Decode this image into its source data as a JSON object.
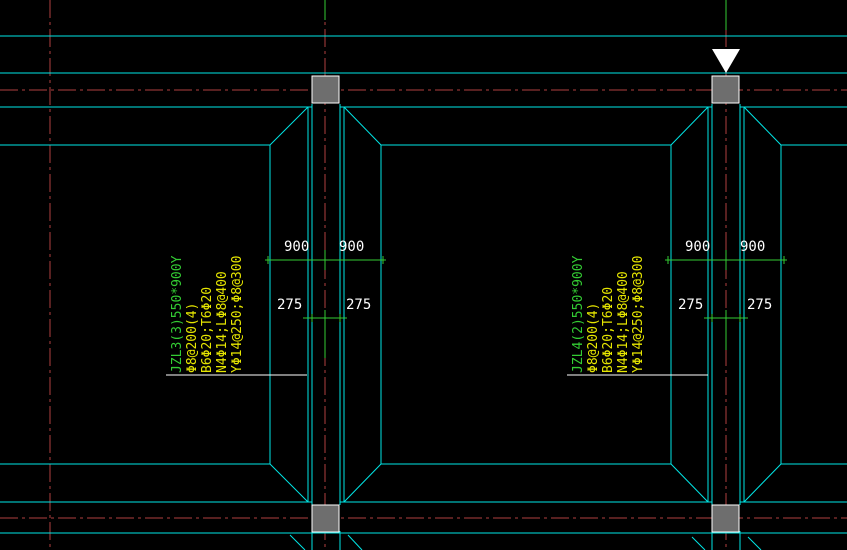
{
  "colors": {
    "background": "#000000",
    "beam_outline": "#00e6e6",
    "axis_line": "#b04040",
    "dimension_line": "#33cc33",
    "dimension_text": "#ffffff",
    "beam_name": "#33cc33",
    "beam_rebar_text": "#e6e600",
    "column_fill": "#6e6e6e",
    "column_stroke": "#ffffff",
    "leader_line": "#ffffff",
    "marker": "#ffffff"
  },
  "marker_icon": "triangle-down-icon",
  "beams": [
    {
      "id": "JZL3",
      "dims": {
        "left_outer": "900",
        "right_outer": "900",
        "left_inner": "275",
        "right_inner": "275"
      },
      "annotation": [
        "JZL3(3)550*900Y",
        "Φ8@200(4)",
        "B6Φ20;T6Φ20",
        "N4Φ14;LΦ8@400",
        "YΦ14@250;Φ8@300"
      ]
    },
    {
      "id": "JZL4",
      "dims": {
        "left_outer": "900",
        "right_outer": "900",
        "left_inner": "275",
        "right_inner": "275"
      },
      "annotation": [
        "JZL4(2)550*900Y",
        "Φ8@200(4)",
        "B6Φ20;T6Φ20",
        "N4Φ14;LΦ8@400",
        "YΦ14@250;Φ8@300"
      ]
    }
  ]
}
